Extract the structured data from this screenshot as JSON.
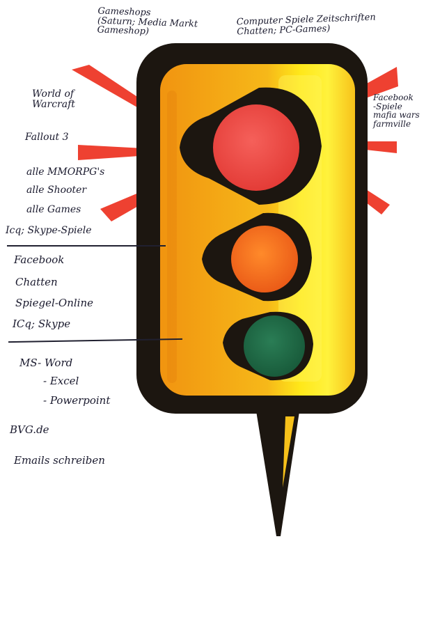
{
  "colors": {
    "outline": "#1c1610",
    "housing": "#f3a813",
    "housing_highlight": "#ffe81a",
    "rays": "#ee4131",
    "red_light": "#e8413a",
    "amber_light": "#f26a1e",
    "green_light": "#1f6b46",
    "ink": "#1a1a2e"
  },
  "notes": {
    "top_left": {
      "line1": "Gameshops",
      "line2": "(Saturn; Media Markt",
      "line3": "Gameshop)"
    },
    "top_right": {
      "line1": "Computer Spiele Zeitschriften",
      "line2": "Chatten; PC-Games)"
    },
    "right": {
      "line1": "Facebook",
      "line2": "-Spiele",
      "line3": "mafia wars",
      "line4": "farmville"
    },
    "red_group": {
      "wow_line1": "World of",
      "wow_line2": "Warcraft",
      "fallout": "Fallout 3",
      "mmorpg": "alle MMORPG's",
      "shooter": "alle Shooter",
      "games": "alle Games",
      "icq": "Icq; Skype-Spiele"
    },
    "yellow_group": {
      "facebook": "Facebook",
      "chatten": "Chatten",
      "spiegel": "Spiegel-Online",
      "icq": "ICq; Skype"
    },
    "green_group": {
      "ms_word": "MS- Word",
      "excel": "- Excel",
      "powerpoint": "- Powerpoint",
      "bvg": "BVG.de",
      "emails": "Emails schreiben"
    }
  }
}
